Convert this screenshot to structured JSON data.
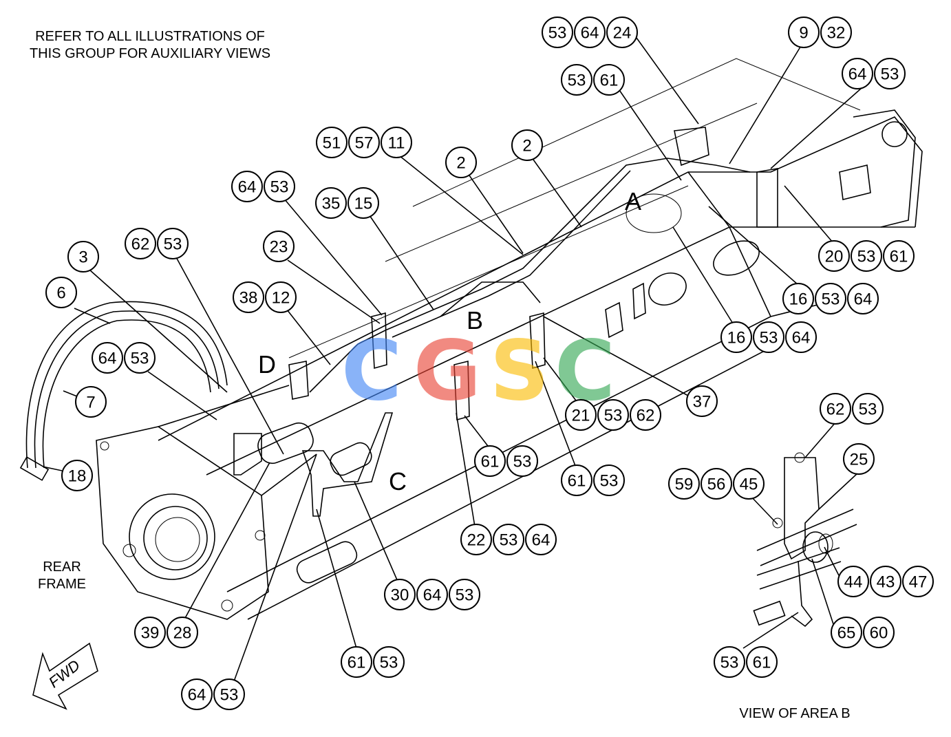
{
  "note": [
    "REFER TO ALL ILLUSTRATIONS OF",
    "THIS GROUP FOR AUXILIARY VIEWS"
  ],
  "area_labels": [
    "A",
    "B",
    "C",
    "D"
  ],
  "rear_frame": [
    "REAR",
    "FRAME"
  ],
  "fwd": "FWD",
  "view_caption": "VIEW OF AREA B",
  "watermark": {
    "text": "CGSC",
    "colors": [
      "#4285f4",
      "#ea4335",
      "#fbbc05",
      "#34a853"
    ]
  },
  "callouts": [
    [
      "53",
      "64",
      "24"
    ],
    [
      "9",
      "32"
    ],
    [
      "53",
      "61"
    ],
    [
      "64",
      "53"
    ],
    [
      "51",
      "57",
      "11"
    ],
    [
      "2"
    ],
    [
      "2"
    ],
    [
      "64",
      "53"
    ],
    [
      "35",
      "15"
    ],
    [
      "62",
      "53"
    ],
    [
      "23"
    ],
    [
      "3"
    ],
    [
      "38",
      "12"
    ],
    [
      "6"
    ],
    [
      "64",
      "53"
    ],
    [
      "7"
    ],
    [
      "18"
    ],
    [
      "20",
      "53",
      "61"
    ],
    [
      "16",
      "53",
      "64"
    ],
    [
      "16",
      "53",
      "64"
    ],
    [
      "37"
    ],
    [
      "21",
      "53",
      "62"
    ],
    [
      "61",
      "53"
    ],
    [
      "61",
      "53"
    ],
    [
      "22",
      "53",
      "64"
    ],
    [
      "30",
      "64",
      "53"
    ],
    [
      "39",
      "28"
    ],
    [
      "61",
      "53"
    ],
    [
      "64",
      "53"
    ],
    [
      "62",
      "53"
    ],
    [
      "25"
    ],
    [
      "59",
      "56",
      "45"
    ],
    [
      "44",
      "43",
      "47"
    ],
    [
      "65",
      "60"
    ],
    [
      "53",
      "61"
    ]
  ]
}
